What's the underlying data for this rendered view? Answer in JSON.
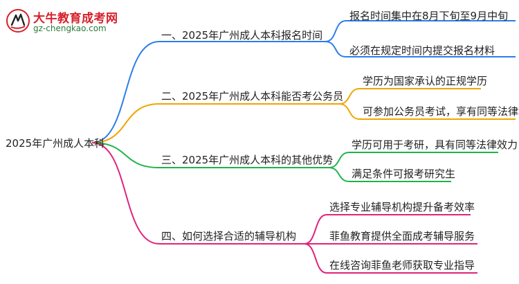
{
  "logo": {
    "title": "大牛教育成考网",
    "url": "gz-chengkao.com"
  },
  "mindmap": {
    "root": "2025年广州成人本科",
    "branches": [
      {
        "label": "一、2025年广州成人本科报名时间",
        "color": "#2b7de9",
        "children": [
          "报名时间集中在8月下旬至9月中旬",
          "必须在规定时间内提交报名材料"
        ]
      },
      {
        "label": "二、2025年广州成人本科能否考公务员",
        "color": "#f0a500",
        "children": [
          "学历为国家承认的正规学历",
          "可参加公务员考试，享有同等法律地位"
        ]
      },
      {
        "label": "三、2025年广州成人本科的其他优势",
        "color": "#1fb34a",
        "children": [
          "学历可用于考研，具有同等法律效力",
          "满足条件可报考研究生"
        ]
      },
      {
        "label": "四、如何选择合适的辅导机构",
        "color": "#e0237a",
        "children": [
          "选择专业辅导机构提升备考效率",
          "菲鱼教育提供全面成考辅导服务",
          "在线咨询菲鱼老师获取专业指导"
        ]
      }
    ]
  }
}
